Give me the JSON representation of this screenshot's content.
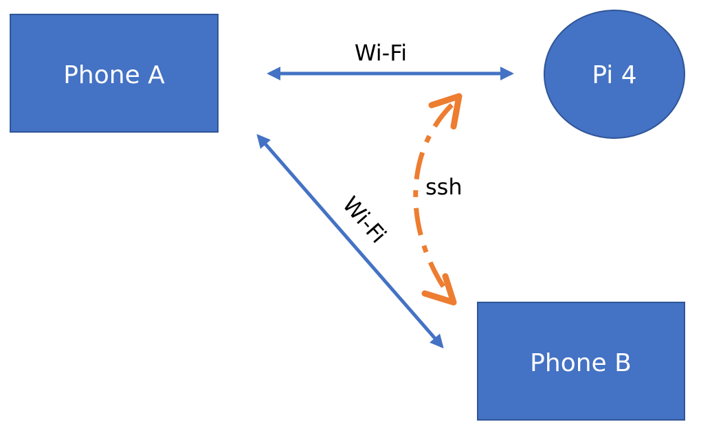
{
  "nodes": {
    "phone_a": {
      "label": "Phone A"
    },
    "pi4": {
      "label": "Pi 4"
    },
    "phone_b": {
      "label": "Phone B"
    }
  },
  "edges": {
    "phone_a_pi4": {
      "label": "Wi-Fi"
    },
    "phone_a_phone_b": {
      "label": "Wi-Fi"
    },
    "phone_b_pi4": {
      "label": "ssh"
    }
  },
  "colors": {
    "node_fill": "#4472c4",
    "node_border": "#2f5597",
    "wifi_arrow": "#4472c4",
    "ssh_arrow": "#ed7d31",
    "node_text": "#ffffff",
    "edge_text": "#000000"
  }
}
